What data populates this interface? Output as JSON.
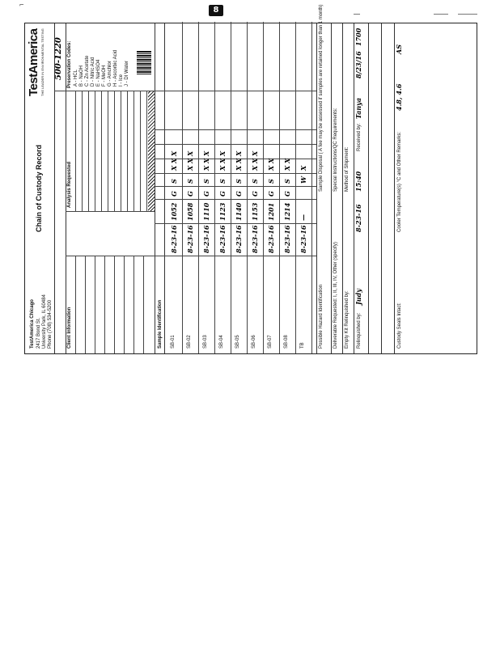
{
  "page": {
    "number_badge": "8",
    "top_left_mark": "⌐"
  },
  "form": {
    "lab_name": "TestAmerica Chicago",
    "lab_address_1": "2417 Bond St.",
    "lab_address_2": "University Park, IL 60484",
    "lab_phone": "Phone (708) 534-5200",
    "title": "Chain of Custody Record",
    "logo": "TestAmerica",
    "logo_tagline": "THE LEADER IN ENVIRONMENTAL TESTING",
    "coc_number": "500-1220",
    "sections": {
      "client_info": "Client Information",
      "analysis_requested": "Analysis Requested",
      "sample_identification": "Sample Identification",
      "preservation_codes": "Preservation Codes:",
      "possible_hazard": "Possible Hazard Identification",
      "deliverable": "Deliverable Requested: I, II, III, IV, Other (specify)",
      "empty_kit": "Empty Kit Relinquished by:",
      "relinquished_by": "Relinquished by:",
      "received_by": "Received by:",
      "custody_seals": "Custody Seals Intact:",
      "cooler_temp": "Cooler Temperature(s) °C and Other Remarks:",
      "sample_disposal": "Sample Disposal ( A fee may be assessed if samples are retained longer than 1 month)",
      "special_instructions": "Special Instructions/QC Requirements:",
      "method_of_shipment": "Method of Shipment:"
    },
    "samples": [
      {
        "id": "SB-01",
        "date": "8-23-16",
        "time": "1052",
        "type": "G",
        "matrix": "S",
        "marks": "X X X"
      },
      {
        "id": "SB-02",
        "date": "8-23-16",
        "time": "1058",
        "type": "G",
        "matrix": "S",
        "marks": "X X X"
      },
      {
        "id": "SB-03",
        "date": "8-23-16",
        "time": "1110",
        "type": "G",
        "matrix": "S",
        "marks": "X X X"
      },
      {
        "id": "SB-04",
        "date": "8-23-16",
        "time": "1123",
        "type": "G",
        "matrix": "S",
        "marks": "X X X"
      },
      {
        "id": "SB-05",
        "date": "8-23-16",
        "time": "1140",
        "type": "G",
        "matrix": "S",
        "marks": "X X X"
      },
      {
        "id": "SB-06",
        "date": "8-23-16",
        "time": "1153",
        "type": "G",
        "matrix": "S",
        "marks": "X X X"
      },
      {
        "id": "SB-07",
        "date": "8-23-16",
        "time": "1201",
        "type": "G",
        "matrix": "S",
        "marks": "X X"
      },
      {
        "id": "SB-08",
        "date": "8-23-16",
        "time": "1214",
        "type": "G",
        "matrix": "S",
        "marks": "X X"
      },
      {
        "id": "TB",
        "date": "8-23-16",
        "time": "—",
        "type": "",
        "matrix": "W",
        "marks": "X"
      }
    ],
    "preservation_list": [
      "A - HCL",
      "B - NaOH",
      "C - Zn Acetate",
      "D - Nitric Acid",
      "E - NaHSO4",
      "F - MeOH",
      "G - Amchlor",
      "H - Ascorbic Acid",
      "I - Ice",
      "J - DI Water"
    ],
    "handwritten": {
      "relinquished_1": "Judy",
      "relinquished_date_1": "8-23-16",
      "relinquished_time_1": "15:40",
      "received_1": "Tanya",
      "received_date_1": "8/23/16",
      "received_time_1": "1700",
      "cooler_temp": "4.8, 4.6",
      "initials": "AS"
    }
  }
}
